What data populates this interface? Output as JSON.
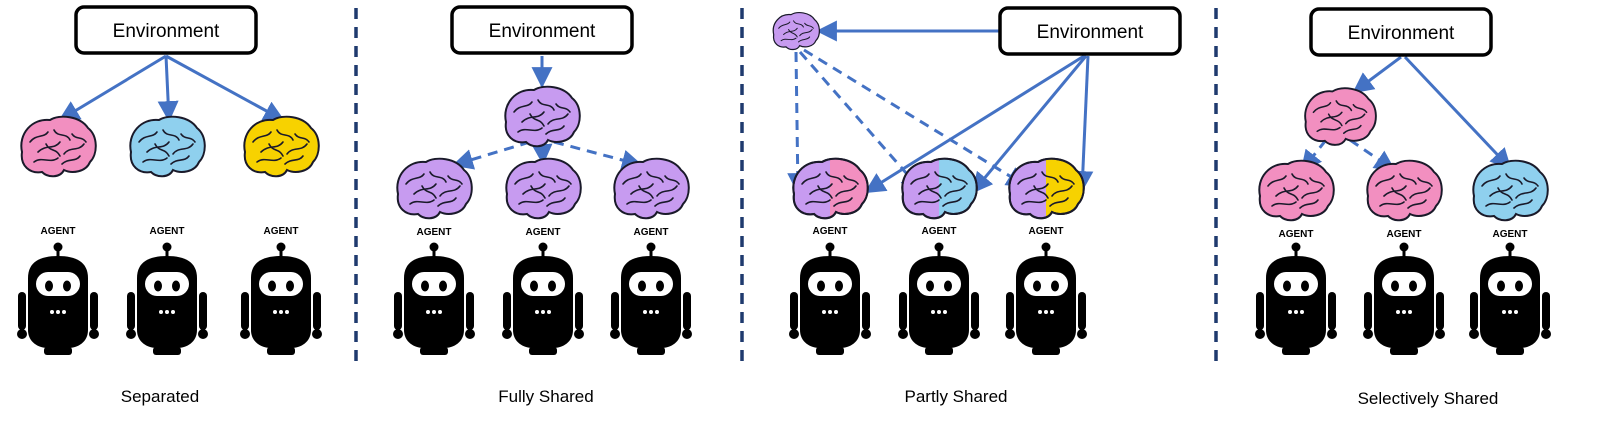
{
  "colors": {
    "arrow": "#4472c4",
    "divider": "#1f3a6e",
    "brain_pink": "#f28fc0",
    "brain_blue": "#8fd0ee",
    "brain_yellow": "#f7d200",
    "brain_purple": "#c79bf0",
    "robot": "#000000"
  },
  "panels": [
    {
      "caption": "Separated",
      "environment_label": "Environment",
      "agents": [
        {
          "label": "AGENT",
          "brain": "pink"
        },
        {
          "label": "AGENT",
          "brain": "blue"
        },
        {
          "label": "AGENT",
          "brain": "yellow"
        }
      ]
    },
    {
      "caption": "Fully Shared",
      "environment_label": "Environment",
      "shared_brain": "purple",
      "agents": [
        {
          "label": "AGENT",
          "brain": "purple"
        },
        {
          "label": "AGENT",
          "brain": "purple"
        },
        {
          "label": "AGENT",
          "brain": "purple"
        }
      ]
    },
    {
      "caption": "Partly Shared",
      "environment_label": "Environment",
      "shared_brain": "purple",
      "agents": [
        {
          "label": "AGENT",
          "brain": "purple+pink"
        },
        {
          "label": "AGENT",
          "brain": "purple+blue"
        },
        {
          "label": "AGENT",
          "brain": "purple+yellow"
        }
      ]
    },
    {
      "caption": "Selectively Shared",
      "environment_label": "Environment",
      "shared_brain": "pink",
      "agents": [
        {
          "label": "AGENT",
          "brain": "pink"
        },
        {
          "label": "AGENT",
          "brain": "pink"
        },
        {
          "label": "AGENT",
          "brain": "blue"
        }
      ]
    }
  ]
}
